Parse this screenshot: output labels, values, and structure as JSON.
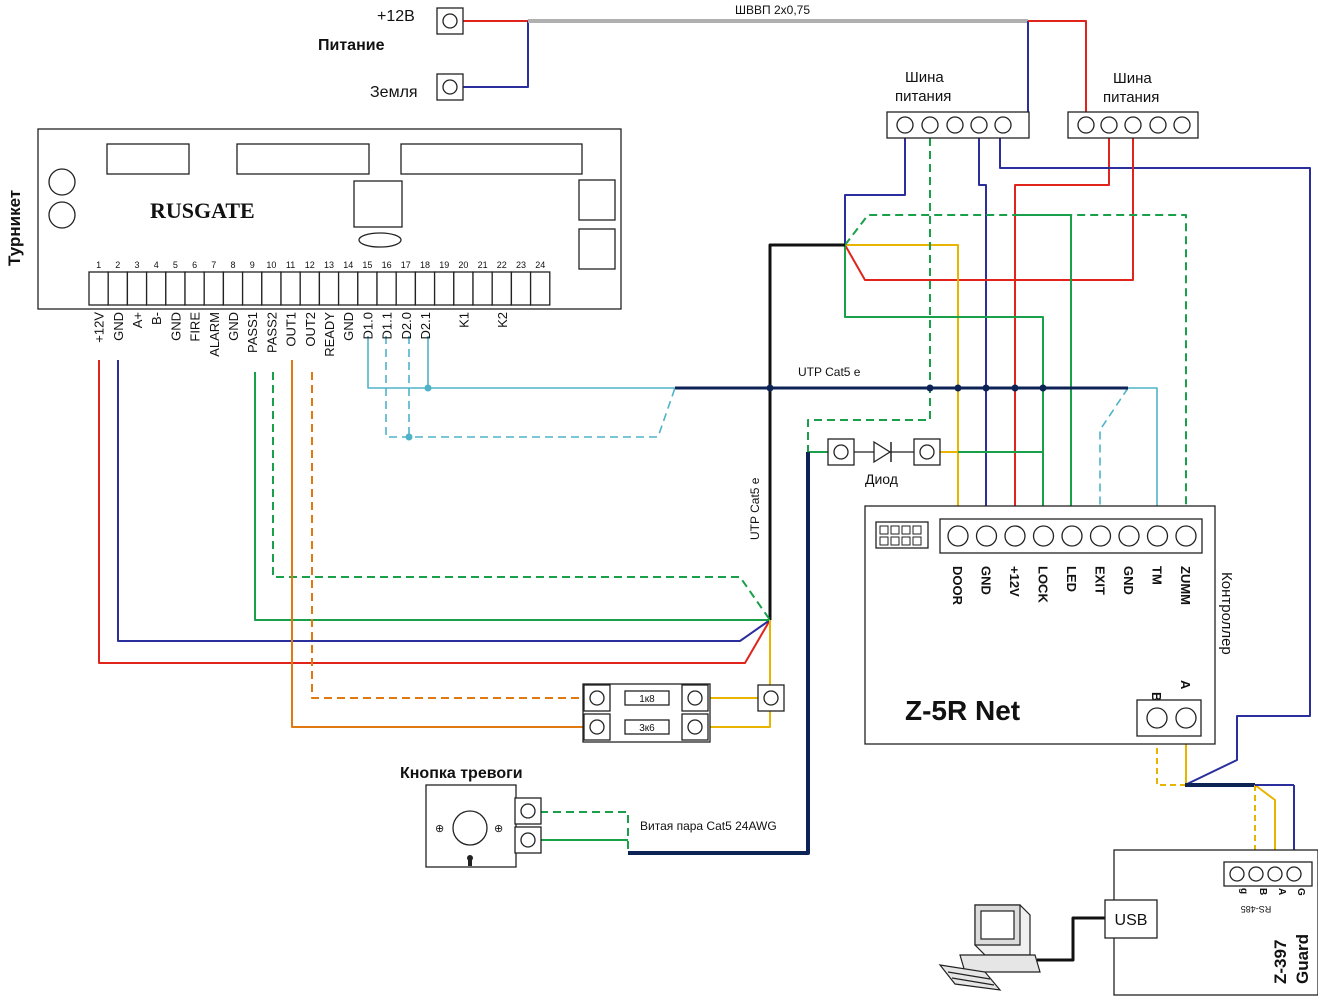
{
  "power": {
    "plus12": "+12В",
    "title": "Питание",
    "ground": "Земля",
    "cable": "ШВВП 2x0,75"
  },
  "bus": {
    "left_title1": "Шина",
    "left_title2": "питания",
    "right_title1": "Шина",
    "right_title2": "питания"
  },
  "turnstile": {
    "side_label": "Турникет",
    "brand": "RUSGATE",
    "pin_numbers": [
      "1",
      "2",
      "3",
      "4",
      "5",
      "6",
      "7",
      "8",
      "9",
      "10",
      "11",
      "12",
      "13",
      "14",
      "15",
      "16",
      "17",
      "18",
      "19",
      "20",
      "21",
      "22",
      "23",
      "24"
    ],
    "pin_labels": [
      "+12V",
      "GND",
      "A+",
      "B-",
      "GND",
      "FIRE",
      "ALARM",
      "GND",
      "PASS1",
      "PASS2",
      "OUT1",
      "OUT2",
      "READY",
      "GND",
      "D1.0",
      "D1.1",
      "D2.0",
      "D2.1",
      "",
      "K1",
      "",
      "K2",
      "",
      ""
    ]
  },
  "cables": {
    "utp_h": "UTP Cat5 e",
    "utp_v": "UTP Cat5 e",
    "twisted": "Витая пара Cat5 24AWG"
  },
  "diode": {
    "label": "Диод"
  },
  "resistors": {
    "r1": "1к8",
    "r2": "3к6"
  },
  "alarm_button": {
    "title": "Кнопка тревоги"
  },
  "controller": {
    "name": "Z-5R Net",
    "side_label": "Контроллер",
    "terminals": [
      "DOOR",
      "GND",
      "+12V",
      "LOCK",
      "LED",
      "EXIT",
      "GND",
      "TM",
      "ZUMM"
    ],
    "rs_b": "B",
    "rs_a": "A"
  },
  "converter": {
    "name1": "Z-397",
    "name2": "Guard",
    "usb": "USB",
    "rs485": "RS-485",
    "pins": [
      "g",
      "B",
      "A",
      "G"
    ]
  },
  "colors": {
    "red": "#e0241b",
    "blue": "#2b2f9e",
    "green": "#1aa04a",
    "yellow": "#e8b400",
    "orange": "#e07a10",
    "cyan": "#4fb3c8",
    "navy": "#0d2255",
    "grey": "#b0b0b0"
  }
}
